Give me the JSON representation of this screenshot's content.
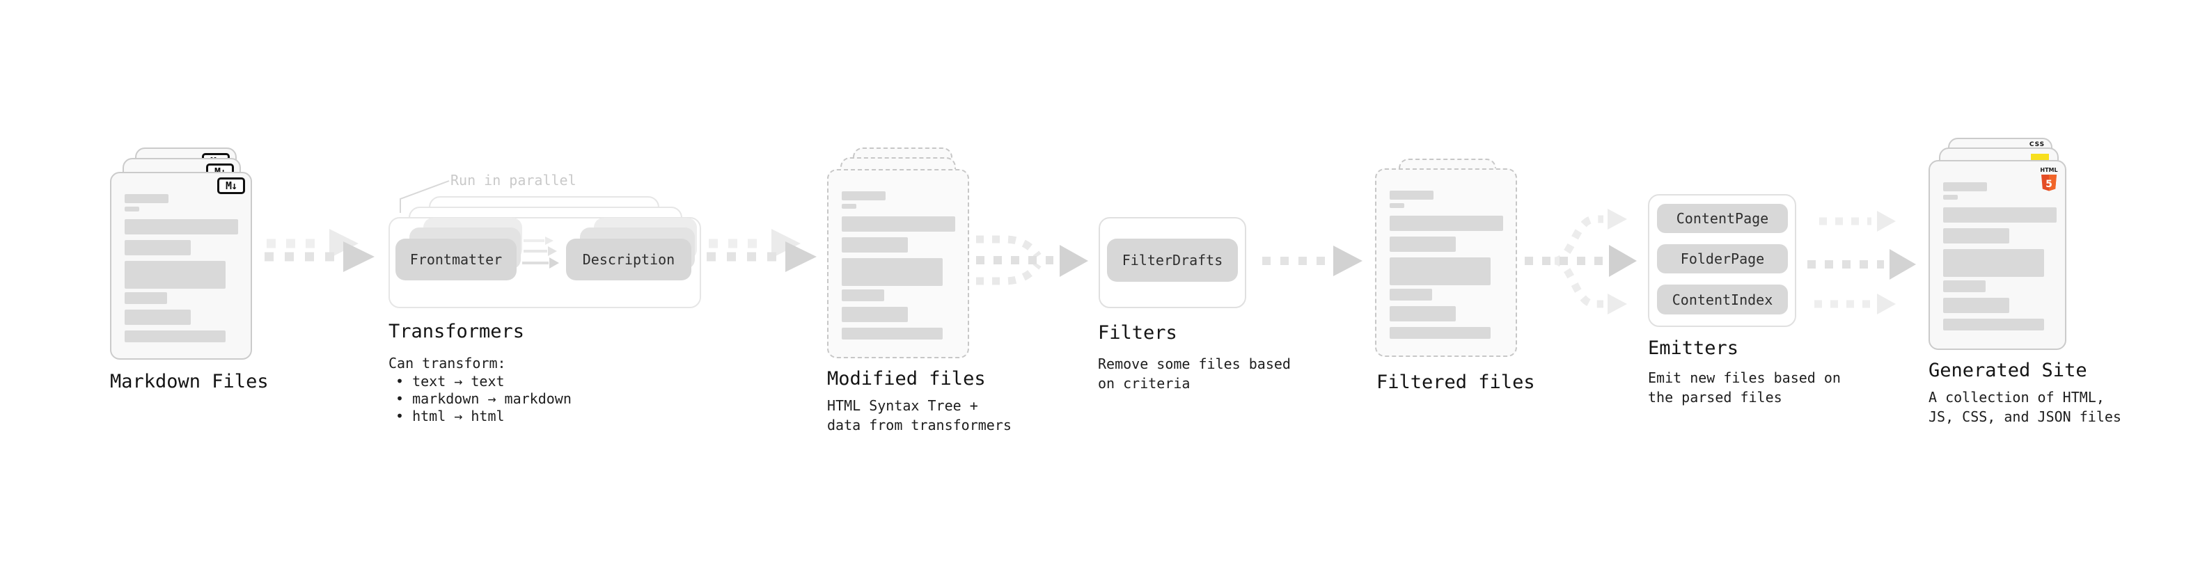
{
  "diagram": {
    "badges": {
      "markdown": "M↓",
      "html5_top": "HTML",
      "html5_number": "5",
      "css": "CSS"
    },
    "colors": {
      "html5_orange": "#e44d26",
      "html5_orange_light": "#f16529",
      "js_yellow": "#f7df1e",
      "css_blue": "#2b5ff6"
    },
    "stages": {
      "markdown": {
        "label": "Markdown Files"
      },
      "transformers": {
        "label": "Transformers",
        "annotation": "Run in parallel",
        "pills": {
          "left": "Frontmatter",
          "right": "Description"
        },
        "desc_title": "Can transform:",
        "bullets": [
          "• text → text",
          "• markdown → markdown",
          "• html → html"
        ]
      },
      "modified": {
        "label": "Modified files",
        "desc": [
          "HTML Syntax Tree +",
          "data from transformers"
        ]
      },
      "filters": {
        "label": "Filters",
        "pill": "FilterDrafts",
        "desc": [
          "Remove some files based",
          "on criteria"
        ]
      },
      "filtered": {
        "label": "Filtered files"
      },
      "emitters": {
        "label": "Emitters",
        "pills": [
          "ContentPage",
          "FolderPage",
          "ContentIndex"
        ],
        "desc": [
          "Emit new files based on",
          "the parsed files"
        ]
      },
      "generated": {
        "label": "Generated Site",
        "desc": [
          "A collection of HTML,",
          "JS, CSS, and JSON files"
        ]
      }
    }
  }
}
